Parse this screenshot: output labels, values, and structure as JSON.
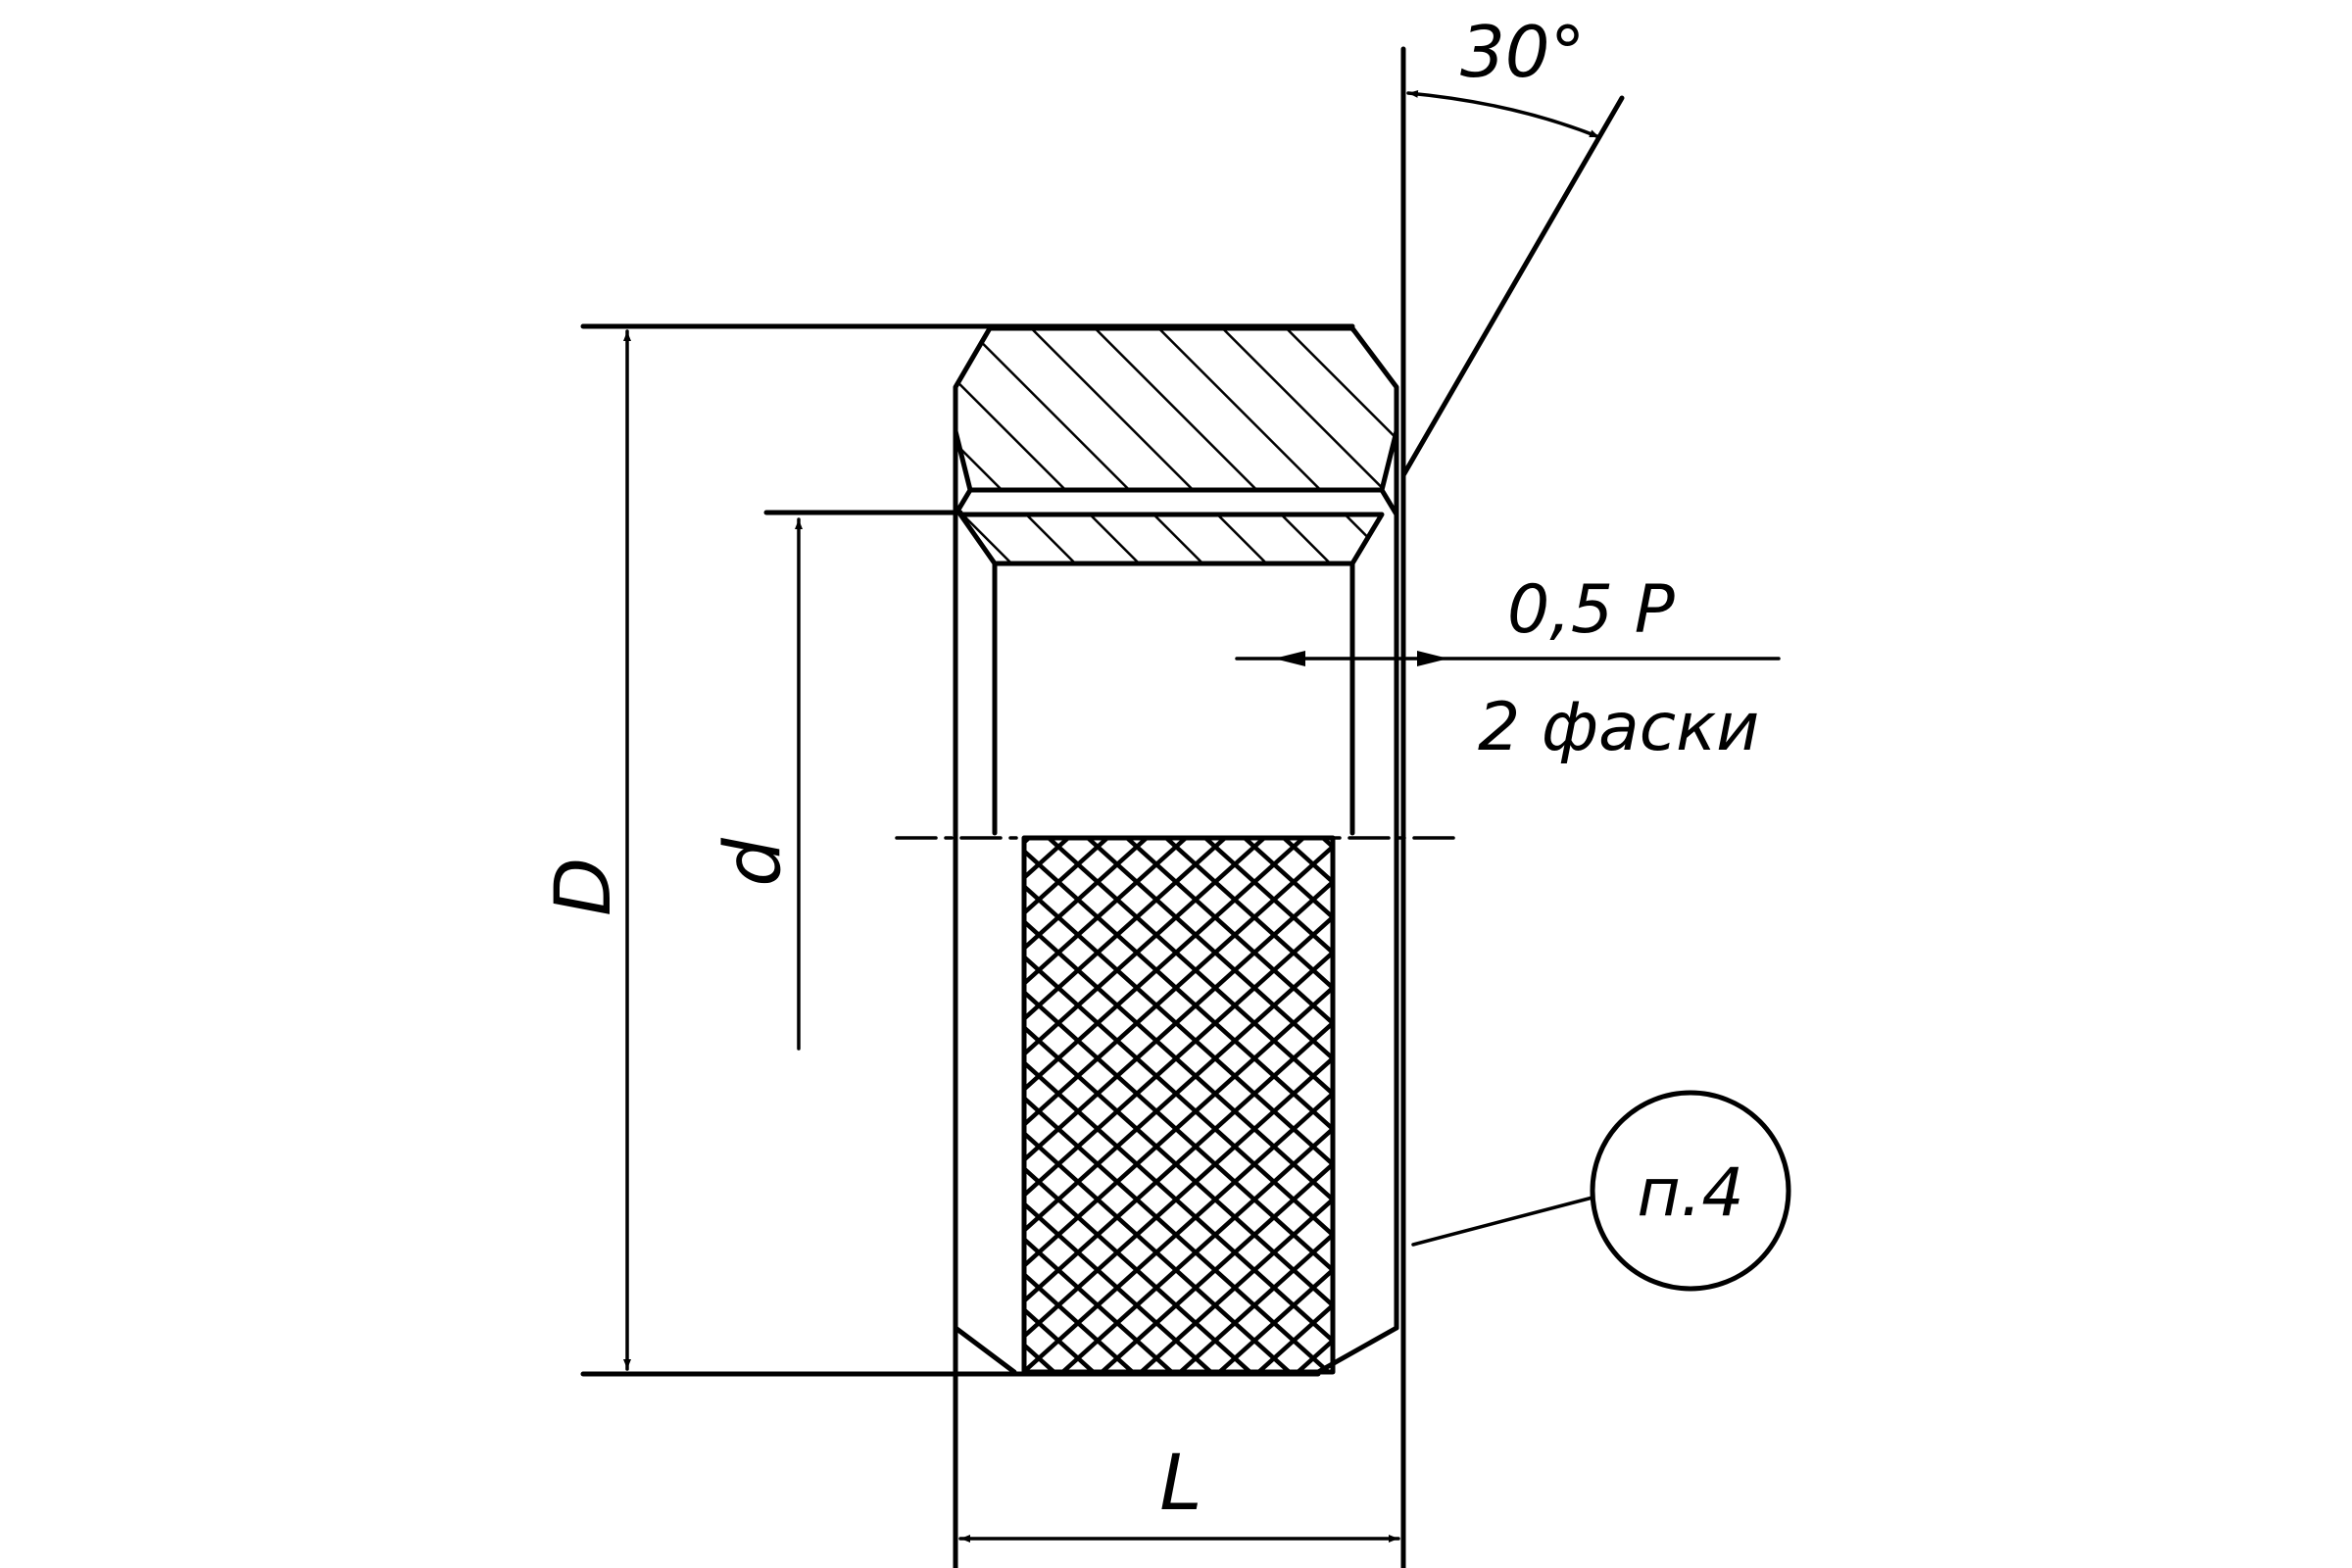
{
  "labels": {
    "angle": "30°",
    "chamfer_size": "0,5 P",
    "chamfer_note": "2 фаски",
    "dim_outer": "D",
    "dim_inner": "d",
    "dim_length": "L",
    "ref_note": "п.4"
  },
  "colors": {
    "line": "#000000",
    "background": "#ffffff"
  }
}
